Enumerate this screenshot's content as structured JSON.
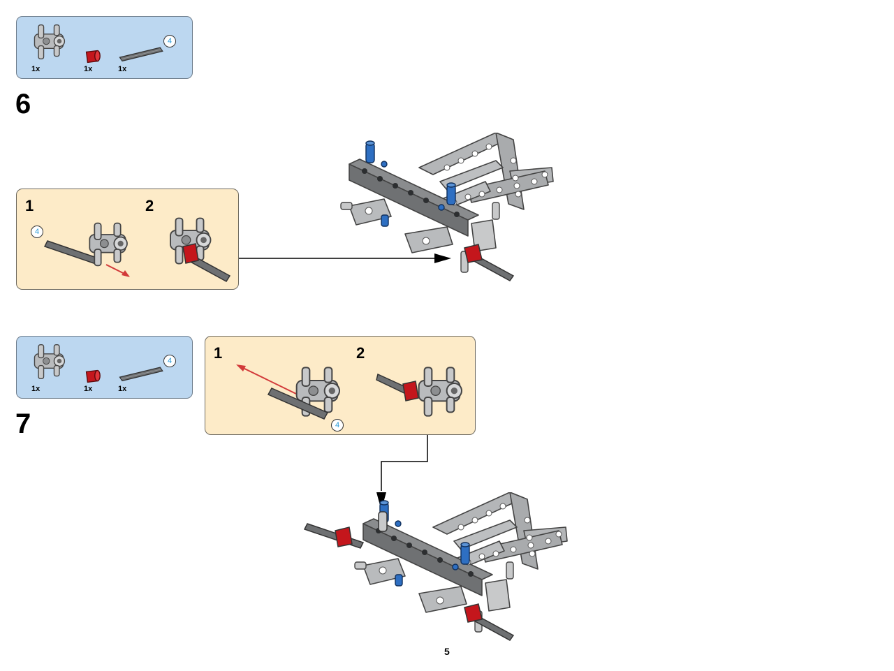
{
  "page_number": "5",
  "steps": [
    {
      "number": "6",
      "parts": [
        {
          "name": "connector-icon",
          "qty": "1x"
        },
        {
          "name": "bush-icon",
          "qty": "1x",
          "color": "#c4161c"
        },
        {
          "name": "axle-icon",
          "qty": "1x",
          "length": "4"
        }
      ],
      "substeps": [
        {
          "number": "1",
          "length_marker": "4"
        },
        {
          "number": "2"
        }
      ]
    },
    {
      "number": "7",
      "parts": [
        {
          "name": "connector-icon",
          "qty": "1x"
        },
        {
          "name": "bush-icon",
          "qty": "1x",
          "color": "#c4161c"
        },
        {
          "name": "axle-icon",
          "qty": "1x",
          "length": "4"
        }
      ],
      "substeps": [
        {
          "number": "1",
          "length_marker": "4"
        },
        {
          "number": "2"
        }
      ]
    }
  ],
  "colors": {
    "parts_box": "#bcd7f0",
    "substep_box": "#fdebc8",
    "beam_gray": "#a9abad",
    "dark_beam": "#6f7173",
    "pin_blue": "#2e6fc2",
    "bush_red": "#c4161c",
    "length_mark": "#2a9bd8"
  }
}
